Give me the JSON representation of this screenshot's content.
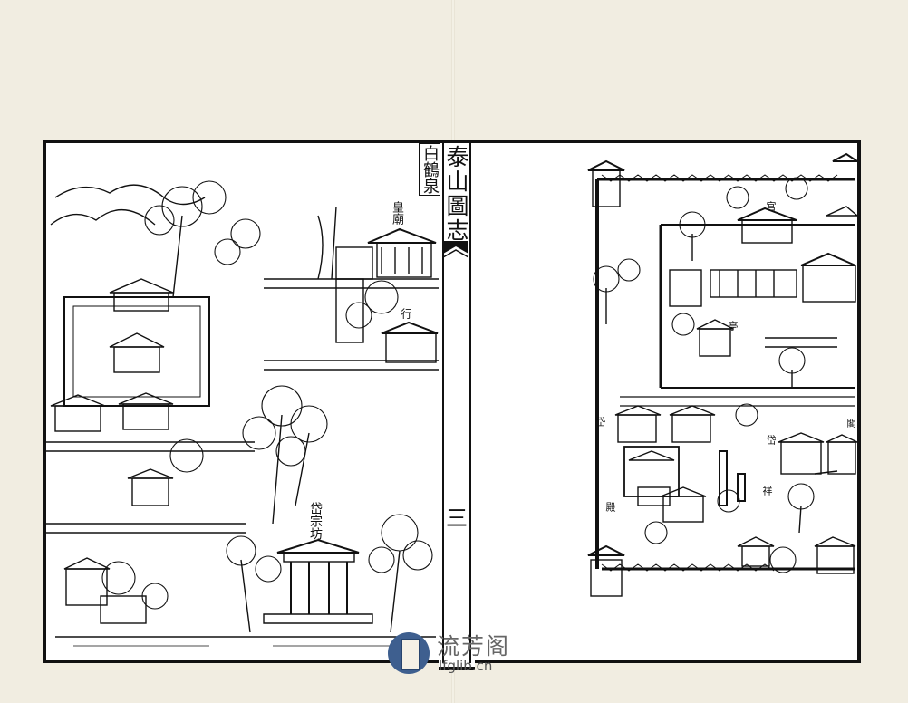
{
  "book": {
    "title": "泰山圖志",
    "page_number": "三"
  },
  "left_page": {
    "labels": {
      "spring": "白鶴泉",
      "temple": "皇廟",
      "palace": "行",
      "archway": "岱宗坊"
    }
  },
  "right_page": {
    "labels": {
      "palace": "宮",
      "hall": "亭",
      "courtyard": "岱",
      "shrine": "祥",
      "pavilion": "殿",
      "gate": "閣",
      "side": "岱"
    }
  },
  "watermark": {
    "name": "流芳阁",
    "url": "lfglib.cn",
    "logo_icon": "book-icon",
    "logo_color": "#3e5f8f"
  }
}
